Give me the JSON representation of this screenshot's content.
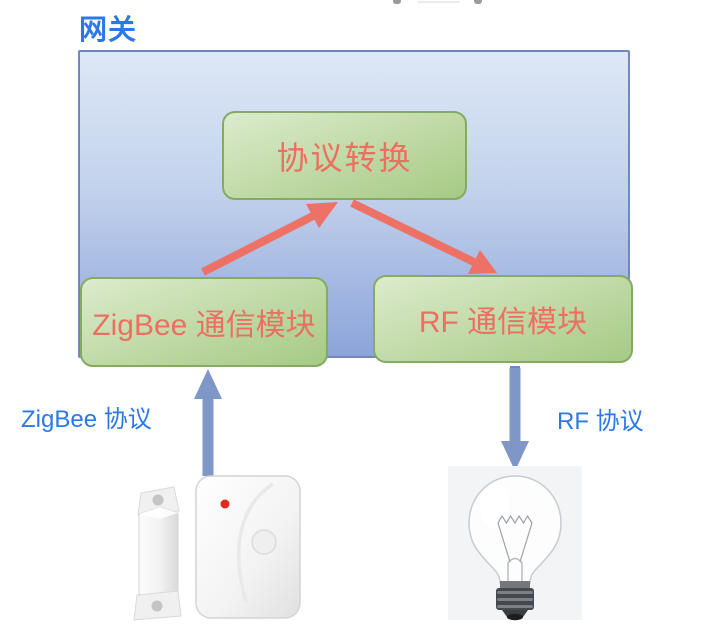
{
  "diagram": {
    "title": "网关",
    "nodes": [
      {
        "id": "protocol-conversion",
        "label": "协议转换"
      },
      {
        "id": "zigbee-module",
        "label": "ZigBee 通信模块"
      },
      {
        "id": "rf-module",
        "label": "RF 通信模块"
      }
    ],
    "edges": [
      {
        "from": "zigbee-module",
        "to": "protocol-conversion",
        "style": "red-arrow"
      },
      {
        "from": "protocol-conversion",
        "to": "rf-module",
        "style": "red-arrow"
      },
      {
        "from": "door-sensor",
        "to": "zigbee-module",
        "label": "ZigBee 协议",
        "style": "blue-arrow"
      },
      {
        "from": "rf-module",
        "to": "light-bulb",
        "label": "RF 协议",
        "style": "blue-arrow"
      }
    ],
    "labels": {
      "zigbee_protocol": "ZigBee 协议",
      "rf_protocol": "RF 协议"
    },
    "devices": [
      {
        "id": "door-sensor",
        "name": "door-window-sensor"
      },
      {
        "id": "light-bulb",
        "name": "incandescent-light-bulb"
      }
    ],
    "colors": {
      "title_text": "#2d78e8",
      "gateway_border": "#7288bc",
      "gateway_fill_top": "#dde8f6",
      "gateway_fill_bottom": "#8ca4da",
      "node_border": "#85aa62",
      "node_fill_top": "#dcebcd",
      "node_fill_bottom": "#a6ca85",
      "node_text": "#ed6f61",
      "red_arrow": "#ed7164",
      "blue_arrow": "#7e97c7",
      "edge_label_text": "#2d78e8"
    }
  }
}
